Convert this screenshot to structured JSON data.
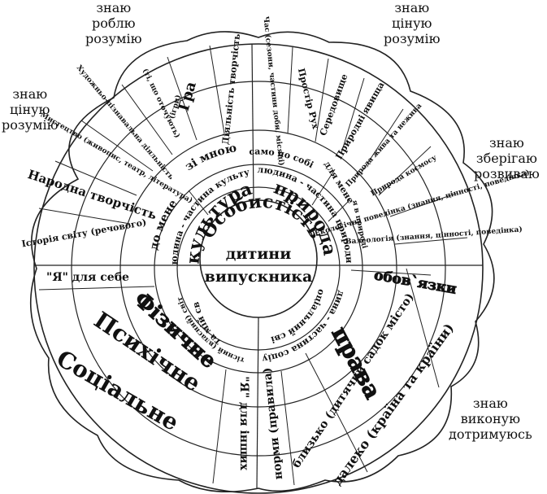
{
  "center": {
    "line1": "Особистість",
    "line2": "дитини",
    "line3": "випускника"
  },
  "inner_ring": {
    "tl": "людина - частина культури",
    "tr": "людина - частина природи",
    "bl": "особистісний (власний) світ дитини",
    "bl2": "я та мій світ",
    "br": "людина - частина соціуму",
    "br2": "соціальний світ"
  },
  "quadrants": {
    "culture": "культура",
    "nature": "природа"
  },
  "ring2": {
    "do_mene": "до мене",
    "zi_mnoyu": "зі мною",
    "samo_po_sobi": "само по собі",
    "dlya_mene": "для мене",
    "i_v_prirodi": "я в природі",
    "obovyazky": "обов`язки",
    "prava": "права",
    "normy": "норми (правила)",
    "ya_dlya_sebe": "\"Я\" для себе",
    "ya_dlya_inshykh": "\"Я\" для інших"
  },
  "outer_sectors": {
    "istoriya": "Історія світу (речового)",
    "narodna": "Народна творчість",
    "mystetstvo": "Мистецтво (живопис, театр, література)",
    "khudozhnya": "Художньо-пізнавальна діяльність",
    "ti_shcho_oruyut": "(ті, що оточують)",
    "hra": "Гра",
    "hra_sub": "(ігри)",
    "diyalnist": "Діяльність творчість",
    "chas": "Час (сезони, частини доби, місяці)",
    "prostir": "Простір Рух",
    "seredovyshche": "Середовище",
    "pryrodni": "Природні явища",
    "pryroda_zhyva": "Природа жива та нежива",
    "pryroda_kosmosu": "Природа космосу",
    "ekolohichna": "Екологічна поведінка (знання, цінності, поведінка)",
    "valeolohiya": "Валеологія (знання, цінності, поведінка)",
    "fizychne": "Фізичне",
    "psykhichne": "Психічне",
    "sotsialne": "Соціальне",
    "blyzko": "близько (дитячий садок місто)",
    "daleko": "далеко (країна та країни)"
  },
  "corners": {
    "top_left": [
      "знаю",
      "роблю",
      "розумію"
    ],
    "top_right": [
      "знаю",
      "ціную",
      "розумію"
    ],
    "left": [
      "знаю",
      "ціную",
      "розумію"
    ],
    "right": [
      "знаю",
      "зберігаю",
      "розвиваю"
    ],
    "bottom_right": [
      "знаю",
      "виконую",
      "дотримуюсь"
    ]
  }
}
